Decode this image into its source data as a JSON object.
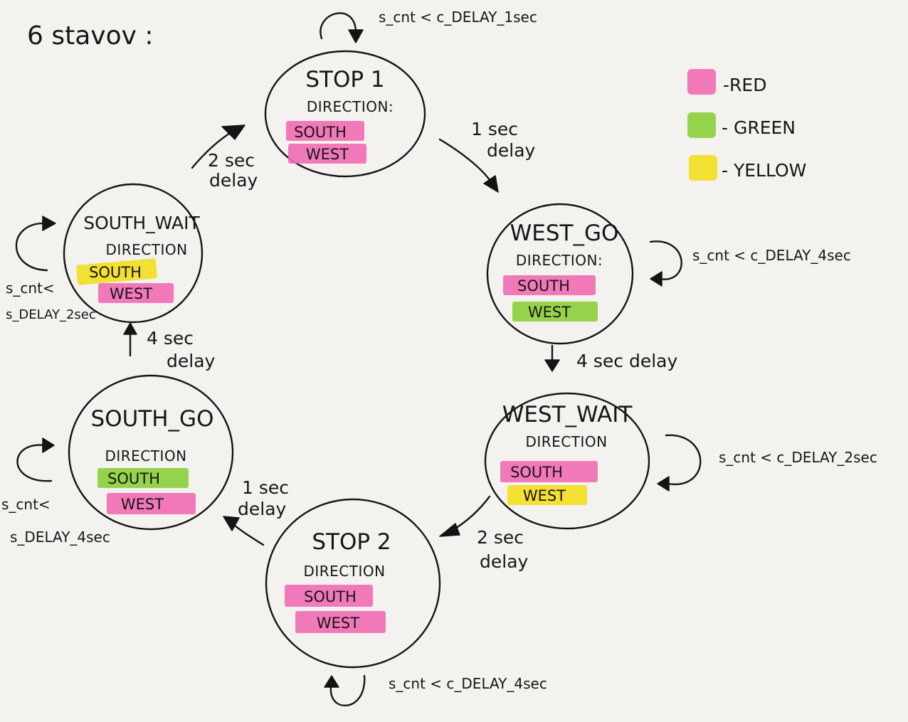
{
  "heading": "6 stavov :",
  "colors": {
    "red": "#f26bb3",
    "green": "#8ccf3a",
    "yellow": "#f2de1d"
  },
  "legend": [
    {
      "color": "red",
      "label": "-RED"
    },
    {
      "color": "green",
      "label": "- GREEN"
    },
    {
      "color": "yellow",
      "label": "- YELLOW"
    }
  ],
  "states": {
    "stop1": {
      "name": "STOP 1",
      "direction": "DIRECTION:",
      "south": "SOUTH",
      "west": "WEST",
      "south_color": "red",
      "west_color": "red"
    },
    "west_go": {
      "name": "WEST_GO",
      "direction": "DIRECTION:",
      "south": "SOUTH",
      "west": "WEST",
      "south_color": "red",
      "west_color": "green"
    },
    "west_wait": {
      "name": "WEST_WAIT",
      "direction": "DIRECTION",
      "south": "SOUTH",
      "west": "WEST",
      "south_color": "red",
      "west_color": "yellow"
    },
    "stop2": {
      "name": "STOP 2",
      "direction": "DIRECTION",
      "south": "SOUTH",
      "west": "WEST",
      "south_color": "red",
      "west_color": "red"
    },
    "south_go": {
      "name": "SOUTH_GO",
      "direction": "DIRECTION",
      "south": "SOUTH",
      "west": "WEST",
      "south_color": "green",
      "west_color": "red"
    },
    "south_wait": {
      "name": "SOUTH_WAIT",
      "direction": "DIRECTION",
      "south": "SOUTH",
      "west": "WEST",
      "south_color": "yellow",
      "west_color": "red"
    }
  },
  "transitions": {
    "stop1_to_west_go": [
      "1 sec",
      "delay"
    ],
    "west_go_to_west_wait": [
      "4 sec delay"
    ],
    "west_wait_to_stop2": [
      "2 sec",
      "delay"
    ],
    "stop2_to_south_go": [
      "1 sec",
      "delay"
    ],
    "south_go_to_south_wait": [
      "4 sec",
      "delay"
    ],
    "south_wait_to_stop1": [
      "2 sec",
      "delay"
    ]
  },
  "self_loops": {
    "stop1": [
      "s_cnt < c_DELAY_1sec"
    ],
    "west_go": [
      "s_cnt < c_DELAY_4sec"
    ],
    "west_wait": [
      "s_cnt < c_DELAY_2sec"
    ],
    "stop2": [
      "s_cnt < c_DELAY_4sec"
    ],
    "south_go": [
      "s_cnt<",
      "s_DELAY_4sec"
    ],
    "south_wait": [
      "s_cnt<",
      "s_DELAY_2sec"
    ]
  }
}
